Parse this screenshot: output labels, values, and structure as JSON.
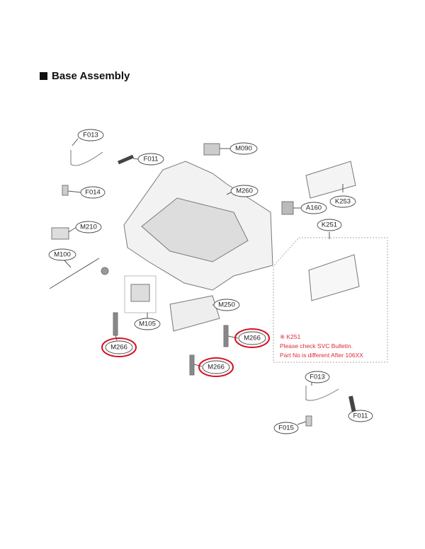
{
  "title": "Base Assembly",
  "labels": {
    "f013a": "F013",
    "f011a": "F011",
    "m090": "M090",
    "m260": "M260",
    "k253": "K253",
    "a160": "A160",
    "f014": "F014",
    "m210": "M210",
    "k251": "K251",
    "m100": "M100",
    "m250": "M250",
    "m105": "M105",
    "m266a": "M266",
    "m266b": "M266",
    "m266c": "M266",
    "f013b": "F013",
    "f011b": "F011",
    "f015": "F015"
  },
  "note": {
    "line1": "※ K251",
    "line2": "Please check SVC Bulletin.",
    "line3": "Part No is different After 106XX"
  },
  "colors": {
    "highlight": "#d7101e",
    "note": "#e0283a"
  }
}
